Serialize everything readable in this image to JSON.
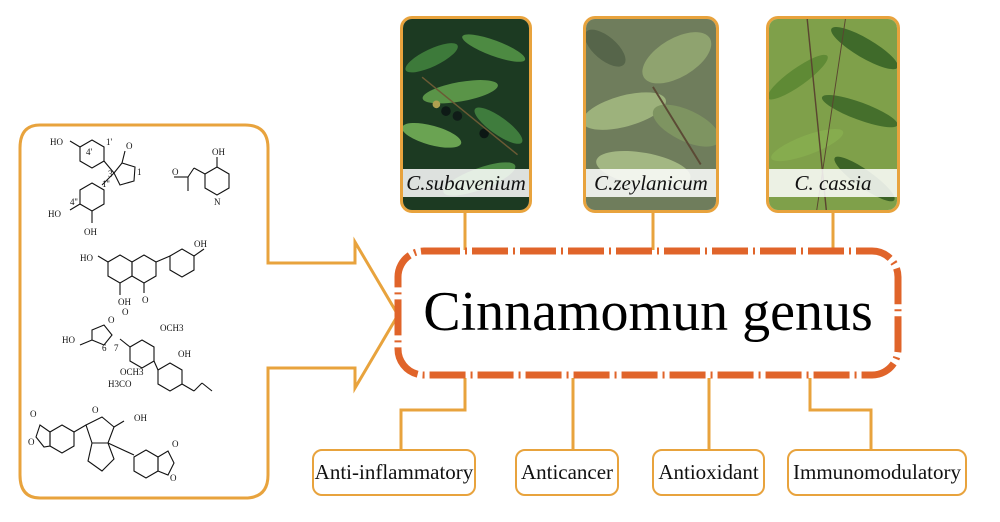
{
  "hub": {
    "title": "Cinnamomun genus"
  },
  "species": [
    {
      "name": "C.subavenium"
    },
    {
      "name": "C.zeylanicum"
    },
    {
      "name": "C. cassia"
    }
  ],
  "activities": [
    {
      "label": "Anti-inflammatory"
    },
    {
      "label": "Anticancer"
    },
    {
      "label": "Antioxidant"
    },
    {
      "label": "Immunomodulatory"
    }
  ],
  "structures": {
    "labels": [
      "HO",
      "4'",
      "1'",
      "O",
      "3",
      "1''",
      "1",
      "4''",
      "OH",
      "HO",
      "O",
      "OH",
      "N",
      "HO",
      "OH",
      "OH",
      "O",
      "HO",
      "O",
      "O",
      "6",
      "7",
      "OCH3",
      "OH",
      "OCH3",
      "H3CO",
      "O",
      "O",
      "OH",
      "O",
      "O",
      "O"
    ]
  },
  "colors": {
    "accent": "#e8a33d",
    "hub_border": "#e0642a",
    "connector": "#e8a33d"
  }
}
